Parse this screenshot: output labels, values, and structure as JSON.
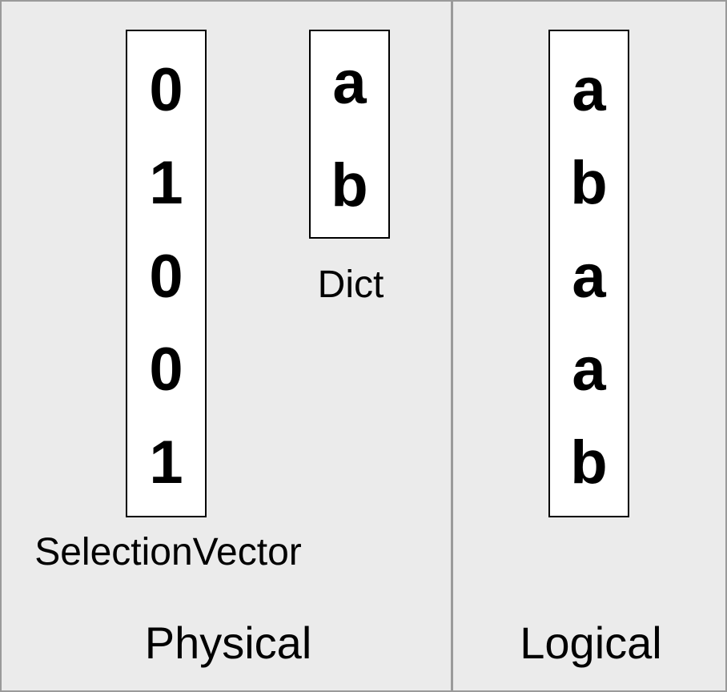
{
  "colors": {
    "background": "#ebebeb",
    "frame": "#9a9a9a",
    "box_background": "#ffffff",
    "box_border": "#000000",
    "text": "#000000"
  },
  "panels": {
    "physical": {
      "title": "Physical",
      "selection_vector": {
        "label": "SelectionVector",
        "values": [
          "0",
          "1",
          "0",
          "0",
          "1"
        ]
      },
      "dict": {
        "label": "Dict",
        "values": [
          "a",
          "b"
        ]
      }
    },
    "logical": {
      "title": "Logical",
      "column": {
        "values": [
          "a",
          "b",
          "a",
          "a",
          "b"
        ]
      }
    }
  }
}
